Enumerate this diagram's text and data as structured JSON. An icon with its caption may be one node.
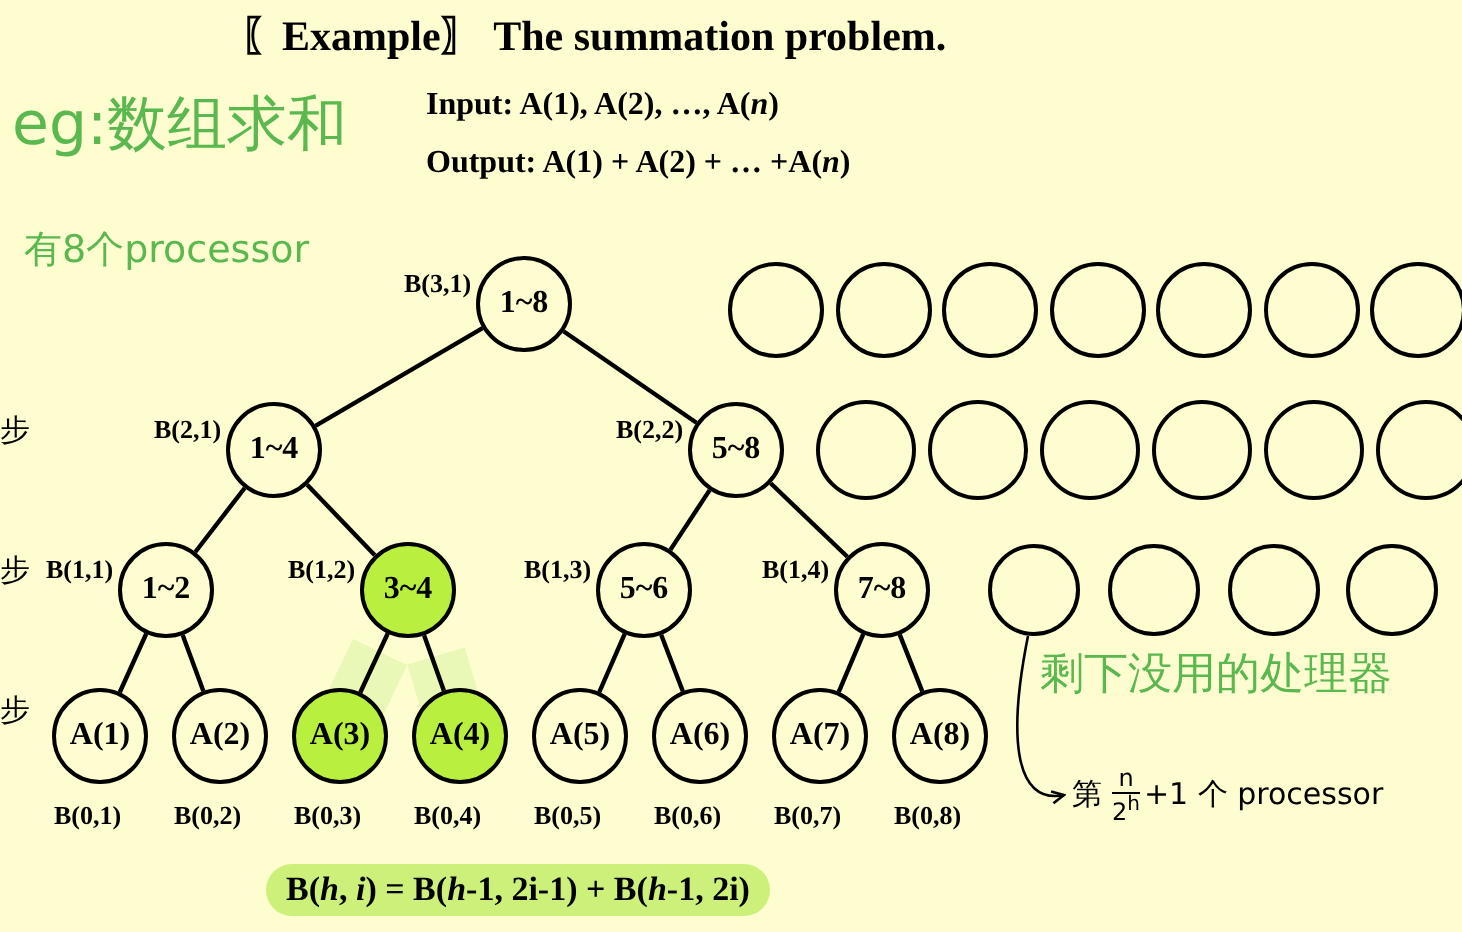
{
  "diagram": {
    "title": "〖Example〗 The summation problem.",
    "nodes": [
      {
        "text": [
          "1~8"
        ],
        "beside": [
          "B(3,1)"
        ]
      },
      {
        "text": [],
        "shape": "circle"
      },
      {
        "text": [],
        "shape": "circle"
      },
      {
        "text": [],
        "shape": "circle"
      },
      {
        "text": [],
        "shape": "circle"
      },
      {
        "text": [],
        "shape": "circle"
      },
      {
        "text": [],
        "shape": "circle"
      },
      {
        "text": [],
        "shape": "circle"
      },
      {
        "text": [
          "1~4"
        ],
        "beside": [
          "B(2,1)"
        ]
      },
      {
        "text": [
          "5~8"
        ],
        "beside": [
          "B(2,2)"
        ]
      },
      {
        "text": [],
        "shape": "circle"
      },
      {
        "text": [],
        "shape": "circle"
      },
      {
        "text": [],
        "shape": "circle"
      },
      {
        "text": [],
        "shape": "circle"
      },
      {
        "text": [],
        "shape": "circle"
      },
      {
        "text": [],
        "shape": "circle"
      },
      {
        "text": [
          "1~2"
        ],
        "beside": [
          "B(1,1)"
        ]
      },
      {
        "text": [
          "3~4"
        ],
        "beside": [
          "B(1,2)"
        ]
      },
      {
        "text": [
          "5~6"
        ],
        "beside": [
          "B(1,3)"
        ]
      },
      {
        "text": [
          "7~8"
        ],
        "beside": [
          "B(1,4)"
        ]
      },
      {
        "text": [],
        "shape": "circle"
      },
      {
        "text": [],
        "shape": "circle"
      },
      {
        "text": [],
        "shape": "circle"
      },
      {
        "text": [],
        "shape": "circle"
      },
      {
        "text": [
          "A(1)"
        ],
        "beside": [
          "B(0,1)"
        ]
      },
      {
        "text": [
          "A(2)"
        ],
        "beside": [
          "B(0,2)"
        ]
      },
      {
        "text": [
          "A(3)"
        ],
        "beside": [
          "B(0,3)"
        ]
      },
      {
        "text": [
          "A(4)"
        ],
        "beside": [
          "B(0,4)"
        ]
      },
      {
        "text": [
          "A(5)"
        ],
        "beside": [
          "B(0,5)"
        ]
      },
      {
        "text": [
          "A(6)"
        ],
        "beside": [
          "B(0,6)"
        ]
      },
      {
        "text": [
          "A(7)"
        ],
        "beside": [
          "B(0,7)"
        ]
      },
      {
        "text": [
          "A(8)"
        ],
        "beside": [
          "B(0,8)"
        ]
      },
      {
        "text": [
          "第",
          "n",
          "2$^{h}$",
          "+1 个 processor"
        ]
      },
      {
        "text": [
          "B(*h*, *i*) = B(*h*-1, 2i-1) + B(*h*-1, 2i)"
        ]
      }
    ],
    "edges": [
      {
        "from": 0,
        "to": 8,
        "arrow": "none"
      },
      {
        "from": 0,
        "to": 9,
        "arrow": "none"
      },
      {
        "from": 8,
        "to": 16,
        "arrow": "none"
      },
      {
        "from": 8,
        "to": 17,
        "arrow": "none"
      },
      {
        "from": 9,
        "to": 18,
        "arrow": "none"
      },
      {
        "from": 9,
        "to": 19,
        "arrow": "none"
      },
      {
        "from": 16,
        "to": 24,
        "arrow": "none"
      },
      {
        "from": 16,
        "to": 25,
        "arrow": "none"
      },
      {
        "from": 17,
        "to": 26,
        "arrow": "none"
      },
      {
        "from": 17,
        "to": 27,
        "arrow": "none"
      },
      {
        "from": 18,
        "to": 28,
        "arrow": "none"
      },
      {
        "from": 18,
        "to": 29,
        "arrow": "none"
      },
      {
        "from": 19,
        "to": 30,
        "arrow": "none"
      },
      {
        "from": 19,
        "to": 31,
        "arrow": "none"
      },
      {
        "from": 20,
        "to": 32,
        "arrow": "to"
      }
    ],
    "labels": [
      "eg:数组求和",
      "Input:  A(1), A(2), …, A(*n*)",
      "Output: A(1) + A(2) + … +A(*n*)",
      "有8个processor",
      "步",
      "步",
      "步",
      "剩下没用的处理器"
    ]
  }
}
